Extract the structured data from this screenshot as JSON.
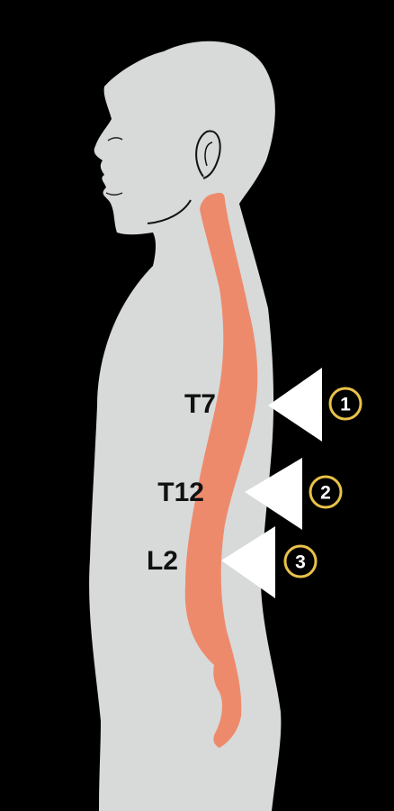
{
  "colors": {
    "background": "#000000",
    "body": "#d7dad9",
    "spine": "#ee8a6c",
    "marker": "#ffffff",
    "circle": "#e9c24a"
  },
  "vertebrae": [
    {
      "label": "T7",
      "marker": "1"
    },
    {
      "label": "T12",
      "marker": "2"
    },
    {
      "label": "L2",
      "marker": "3"
    }
  ]
}
